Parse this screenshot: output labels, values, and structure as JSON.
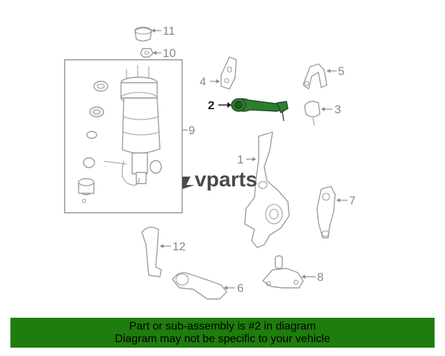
{
  "diagram": {
    "callouts": [
      {
        "id": "1",
        "label": "1"
      },
      {
        "id": "2",
        "label": "2",
        "highlighted": true
      },
      {
        "id": "3",
        "label": "3"
      },
      {
        "id": "4",
        "label": "4"
      },
      {
        "id": "5",
        "label": "5"
      },
      {
        "id": "6",
        "label": "6"
      },
      {
        "id": "7",
        "label": "7"
      },
      {
        "id": "8",
        "label": "8"
      },
      {
        "id": "9",
        "label": "9"
      },
      {
        "id": "10",
        "label": "10"
      },
      {
        "id": "11",
        "label": "11"
      },
      {
        "id": "12",
        "label": "12"
      }
    ],
    "watermark": "vparts",
    "highlight_color": "#2f7d2f"
  },
  "banner": {
    "line1": "Part or sub-assembly is #2 in diagram",
    "line2": "Diagram may not be specific to your vehicle",
    "background": "#1e7d0c"
  }
}
